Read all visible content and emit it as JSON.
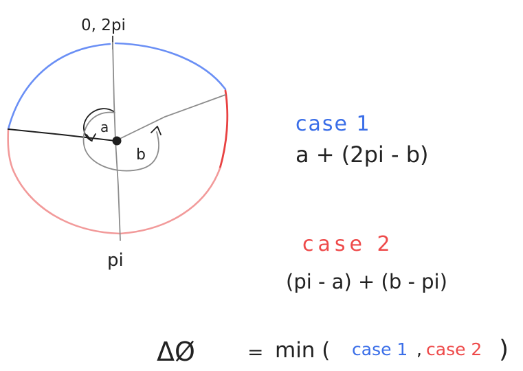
{
  "colors": {
    "ink": "#1e1e1e",
    "gray": "#8c8c8c",
    "blue": "#6a8ff5",
    "blue_text": "#3a6ee8",
    "red": "#e84242",
    "red_light": "#f29a9a",
    "red_text": "#ee4a4a"
  },
  "circle_labels": {
    "top": "0, 2pi",
    "bottom": "pi",
    "angle_a": "a",
    "angle_b": "b"
  },
  "case1": {
    "title": "case 1",
    "formula": "a + (2pi - b)"
  },
  "case2": {
    "title": "case 2",
    "formula": "(pi - a) + (b - pi)"
  },
  "result": {
    "lhs": "ΔØ",
    "equals": "=",
    "min_open": "min (",
    "arg1": "case 1",
    "comma": ",",
    "arg2": "case 2",
    "close": ")"
  }
}
